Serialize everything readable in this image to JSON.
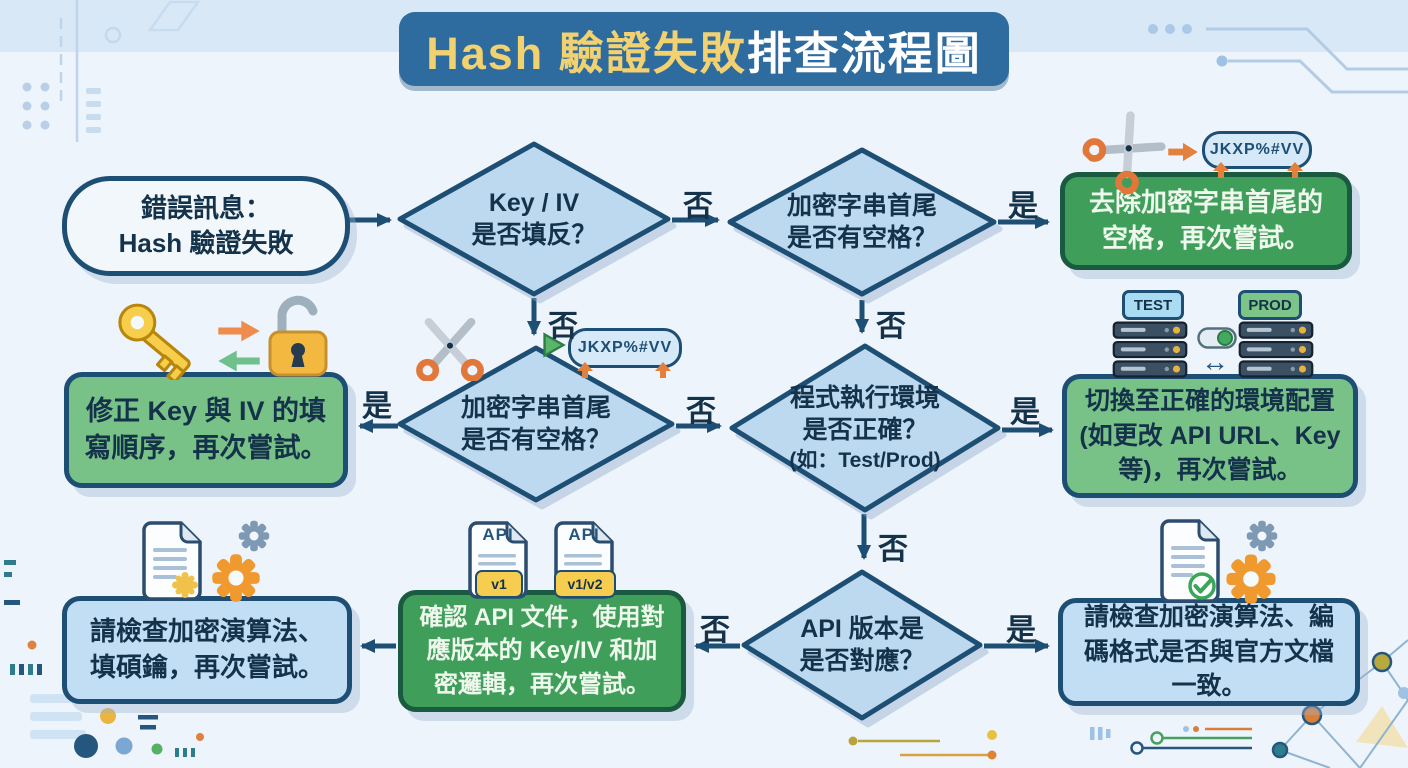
{
  "title": {
    "highlight": "Hash 驗證失敗",
    "rest": "排查流程圖"
  },
  "flow": {
    "start": {
      "lines": [
        "錯誤訊息：",
        "Hash 驗證失敗"
      ]
    },
    "decisions": {
      "key_iv_swapped": {
        "lines": [
          "Key / IV",
          "是否填反？"
        ]
      },
      "spaces_top": {
        "lines": [
          "加密字串首尾",
          "是否有空格？"
        ]
      },
      "spaces_mid": {
        "lines": [
          "加密字串首尾",
          "是否有空格？"
        ]
      },
      "environment": {
        "lines": [
          "程式執行環境",
          "是否正確？",
          "(如：Test/Prod)"
        ]
      },
      "api_version": {
        "lines": [
          "API 版本是",
          "是否對應？"
        ]
      }
    },
    "actions": {
      "trim_spaces": "去除加密字串首尾的空格，再次嘗試。",
      "fix_key_iv": "修正 Key 與 IV 的填寫順序，再次嘗試。",
      "switch_env": "切換至正確的環境配置 (如更改 API URL、Key 等)，再次嘗試。",
      "use_matching_api": "確認 API 文件，使用對應版本的 Key/IV 和加密邏輯，再次嘗試。",
      "check_algorithm": "請檢查加密演算法、填碩鑰，再次嘗試。",
      "check_official_doc": "請檢查加密演算法、編碼格式是否與官方文檔一致。"
    },
    "labels": {
      "yes": "是",
      "no": "否"
    }
  },
  "icons": {
    "cipher_sample": "JKXP%#VV",
    "env_test": "TEST",
    "env_prod": "PROD",
    "api_doc": "API",
    "api_v1": "v1",
    "api_v1v2": "v1/v2"
  },
  "colors": {
    "banner_blue": "#2e6b9e",
    "banner_yellow": "#f1d170",
    "connector_navy": "#1d4e73",
    "diamond_fill": "#bdd9ef",
    "action_green_dark": "#3f9e5a",
    "action_green_light": "#79c287",
    "info_blue_light": "#c2def5",
    "orange_accent": "#e2803c"
  }
}
